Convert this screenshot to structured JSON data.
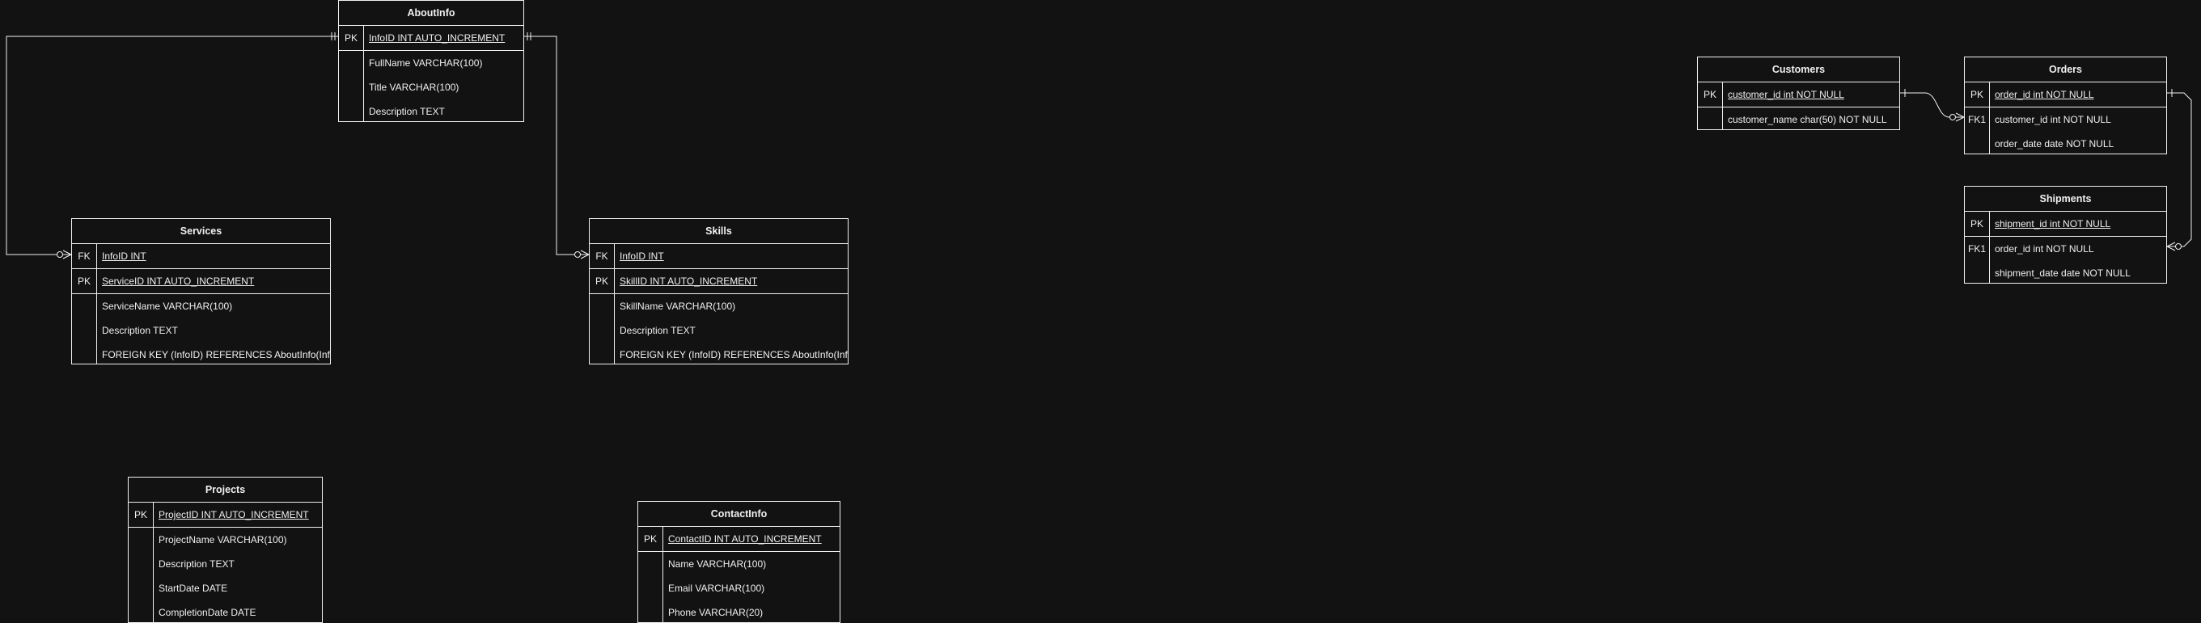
{
  "tables": [
    {
      "id": "aboutinfo",
      "title": "AboutInfo",
      "rows": [
        {
          "key": "PK",
          "field": "InfoID INT AUTO_INCREMENT",
          "underline": true,
          "sep": true
        },
        {
          "key": "",
          "field": "FullName VARCHAR(100)"
        },
        {
          "key": "",
          "field": "Title VARCHAR(100)"
        },
        {
          "key": "",
          "field": "Description TEXT"
        }
      ]
    },
    {
      "id": "services",
      "title": "Services",
      "rows": [
        {
          "key": "FK",
          "field": "InfoID INT",
          "underline": true,
          "sep": true
        },
        {
          "key": "PK",
          "field": "ServiceID INT AUTO_INCREMENT",
          "underline": true,
          "sep": true
        },
        {
          "key": "",
          "field": "ServiceName VARCHAR(100)"
        },
        {
          "key": "",
          "field": "Description TEXT"
        },
        {
          "key": "",
          "field": "FOREIGN KEY (InfoID) REFERENCES AboutInfo(InfoID)"
        }
      ]
    },
    {
      "id": "skills",
      "title": "Skills",
      "rows": [
        {
          "key": "FK",
          "field": "InfoID INT",
          "underline": true,
          "sep": true
        },
        {
          "key": "PK",
          "field": "SkillID INT AUTO_INCREMENT",
          "underline": true,
          "sep": true
        },
        {
          "key": "",
          "field": "SkillName VARCHAR(100)"
        },
        {
          "key": "",
          "field": "Description TEXT"
        },
        {
          "key": "",
          "field": "FOREIGN KEY (InfoID) REFERENCES AboutInfo(InfoID)"
        }
      ]
    },
    {
      "id": "projects",
      "title": "Projects",
      "rows": [
        {
          "key": "PK",
          "field": "ProjectID INT AUTO_INCREMENT",
          "underline": true,
          "sep": true
        },
        {
          "key": "",
          "field": "ProjectName VARCHAR(100)"
        },
        {
          "key": "",
          "field": "Description TEXT"
        },
        {
          "key": "",
          "field": "StartDate DATE"
        },
        {
          "key": "",
          "field": "CompletionDate DATE"
        }
      ]
    },
    {
      "id": "contactinfo",
      "title": "ContactInfo",
      "rows": [
        {
          "key": "PK",
          "field": "ContactID INT AUTO_INCREMENT",
          "underline": true,
          "sep": true
        },
        {
          "key": "",
          "field": "Name VARCHAR(100)"
        },
        {
          "key": "",
          "field": "Email VARCHAR(100)"
        },
        {
          "key": "",
          "field": "Phone VARCHAR(20)"
        }
      ]
    },
    {
      "id": "customers",
      "title": "Customers",
      "rows": [
        {
          "key": "PK",
          "field": "customer_id int NOT NULL",
          "underline": true,
          "sep": true
        },
        {
          "key": "",
          "field": "customer_name char(50) NOT NULL"
        }
      ]
    },
    {
      "id": "orders",
      "title": "Orders",
      "rows": [
        {
          "key": "PK",
          "field": "order_id int NOT NULL",
          "underline": true,
          "sep": true
        },
        {
          "key": "FK1",
          "field": "customer_id int NOT NULL"
        },
        {
          "key": "",
          "field": "order_date date NOT NULL"
        }
      ]
    },
    {
      "id": "shipments",
      "title": "Shipments",
      "rows": [
        {
          "key": "PK",
          "field": "shipment_id int NOT NULL",
          "underline": true,
          "sep": true
        },
        {
          "key": "FK1",
          "field": "order_id int NOT NULL"
        },
        {
          "key": "",
          "field": "shipment_date date NOT NULL"
        }
      ]
    }
  ],
  "relations": [
    {
      "from": "aboutinfo",
      "to": "services",
      "from_end": "one-mandatory",
      "to_end": "zero-or-many"
    },
    {
      "from": "aboutinfo",
      "to": "skills",
      "from_end": "one-mandatory",
      "to_end": "zero-or-many"
    },
    {
      "from": "customers",
      "to": "orders",
      "from_end": "one",
      "to_end": "zero-or-many"
    },
    {
      "from": "orders",
      "to": "shipments",
      "from_end": "one",
      "to_end": "zero-or-many"
    }
  ],
  "colors": {
    "background": "#121212",
    "line": "#f0f0f0",
    "text": "#f0f0f0"
  }
}
